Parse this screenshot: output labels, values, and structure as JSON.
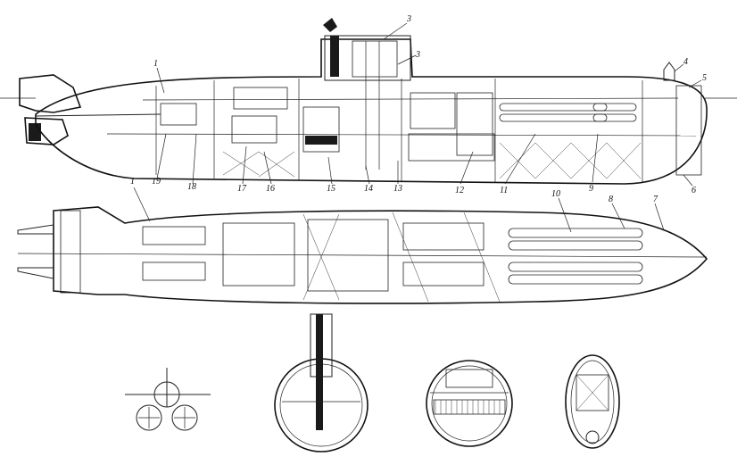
{
  "drawing": {
    "labels": [
      {
        "key": "1",
        "text": "1"
      },
      {
        "key": "1b",
        "text": "1"
      },
      {
        "key": "3",
        "text": "3"
      },
      {
        "key": "3b",
        "text": "3"
      },
      {
        "key": "4",
        "text": "4"
      },
      {
        "key": "5",
        "text": "5"
      },
      {
        "key": "6",
        "text": "6"
      },
      {
        "key": "7",
        "text": "7"
      },
      {
        "key": "8",
        "text": "8"
      },
      {
        "key": "9",
        "text": "9"
      },
      {
        "key": "10",
        "text": "10"
      },
      {
        "key": "11",
        "text": "11"
      },
      {
        "key": "12",
        "text": "12"
      },
      {
        "key": "13",
        "text": "13"
      },
      {
        "key": "14",
        "text": "14"
      },
      {
        "key": "15",
        "text": "15"
      },
      {
        "key": "16",
        "text": "16"
      },
      {
        "key": "17",
        "text": "17"
      },
      {
        "key": "18",
        "text": "18"
      },
      {
        "key": "19",
        "text": "19"
      }
    ]
  }
}
